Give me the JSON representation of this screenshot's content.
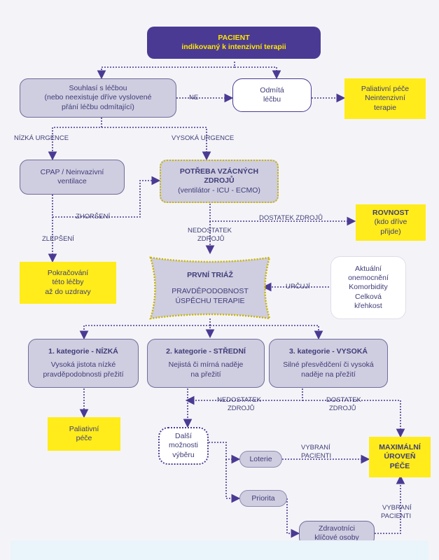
{
  "colors": {
    "dark": "#4b3a93",
    "yellow": "#ffec1a",
    "grey": "#cfcde0",
    "text": "#3f3d78"
  },
  "patient": {
    "title": "PACIENT",
    "subtitle": "indikovaný k intenzivní terapii"
  },
  "consent": {
    "line1": "Souhlasí s léčbou",
    "line2": "(nebo neexistuje dříve vyslovené",
    "line3": "přání léčbu odmítající)"
  },
  "refuse": {
    "line1": "Odmítá",
    "line2": "léčbu"
  },
  "palliative_top": {
    "line1": "Paliativní péče",
    "line2": "Neintenzivní",
    "line3": "terapie"
  },
  "labels": {
    "ne": "NE",
    "low_urgency": "NÍZKÁ URGENCE",
    "high_urgency": "VYSOKÁ URGENCE",
    "worsening": "ZHORŠENÍ",
    "improvement": "ZLEPŠENÍ",
    "enough_resources": "DOSTATEK ZDROJŮ",
    "lack_resources_1": "NEDOSTATEK",
    "lack_resources_2": "ZDROJŮ",
    "determine": "URČUJÍ",
    "lack2_1": "NEDOSTATEK",
    "lack2_2": "ZDROJŮ",
    "enough2_1": "DOSTATEK",
    "enough2_2": "ZDROJŮ",
    "selected1_1": "VYBRANÍ",
    "selected1_2": "PACIENTI",
    "selected2_1": "VYBRANÍ",
    "selected2_2": "PACIENTI"
  },
  "cpap": {
    "line1": "CPAP / Neinvazivní",
    "line2": "ventilace"
  },
  "rare": {
    "line1": "POTŘEBA VZÁCNÝCH",
    "line2": "ZDROJŮ",
    "line3": "(ventilátor - ICU - ECMO)"
  },
  "equality": {
    "line1": "ROVNOST",
    "line2": "(kdo dříve",
    "line3": "přijde)"
  },
  "continue": {
    "line1": "Pokračování",
    "line2": "této léčby",
    "line3": "až do uzdravy"
  },
  "triage": {
    "line1": "PRVNÍ TRIÁŽ",
    "line2": "PRAVDĚPODOBNOST",
    "line3": "ÚSPĚCHU TERAPIE"
  },
  "factors": {
    "line1": "Aktuální",
    "line2": "onemocnění",
    "line3": "Komorbidity",
    "line4": "Celková",
    "line5": "křehkost"
  },
  "cat1": {
    "title": "1. kategorie - NÍZKÁ",
    "line1": "Vysoká jistota nízké",
    "line2": "pravděpodobnosti přežití"
  },
  "cat2": {
    "title": "2. kategorie - STŘEDNÍ",
    "line1": "Nejistá či mírná naděje",
    "line2": "na přežití"
  },
  "cat3": {
    "title": "3. kategorie - VYSOKÁ",
    "line1": "Silné přesvědčení či vysoká",
    "line2": "naděje na přežití"
  },
  "palliative_bottom": {
    "line1": "Paliativní",
    "line2": "péče"
  },
  "other": {
    "line1": "Další",
    "line2": "možnosti",
    "line3": "výběru"
  },
  "lottery": "Loterie",
  "priority": "Priorita",
  "maxlevel": {
    "line1": "MAXIMÁLNÍ",
    "line2": "ÚROVEŇ",
    "line3": "PÉČE"
  },
  "workers": {
    "line1": "Zdravotníci",
    "line2": "klíčové osoby"
  }
}
